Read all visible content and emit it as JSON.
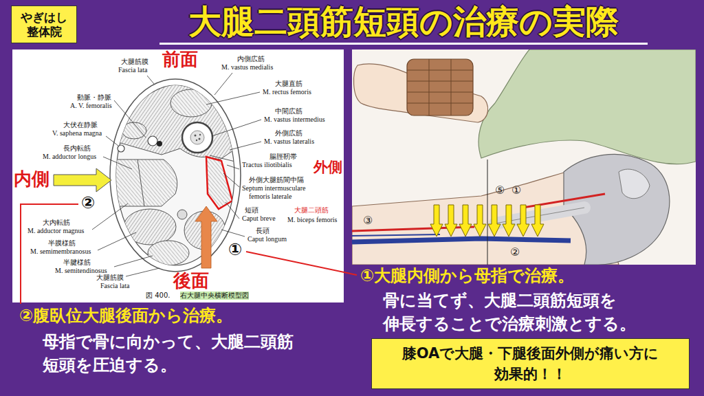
{
  "diagram": {
    "title": "大腿二頭筋短頭の治療の実際",
    "nodes": [
      {
        "text": [
          "やぎはし 整体院"
        ]
      },
      {
        "text": [
          "膝OAで大腿・下腿後面外側が痛い方に 効果的！！"
        ]
      }
    ],
    "labels": [
      "大腿筋膜",
      "Fascia lata",
      "前面",
      "内側広筋",
      "M. vastus medialis",
      "大腿直筋",
      "M. rectus femoris",
      "動脈・静脈",
      "A. V. femoralis",
      "中間広筋",
      "M. vastus intermedius",
      "大伏在静脈",
      "V. saphena magna",
      "外側広筋",
      "M. vastus lateralis",
      "長内転筋",
      "M. adductor longus",
      "腸脛靭帯",
      "Tractus iliotibialis",
      "外側",
      "内側",
      "外側大腿筋間中隔",
      "Septum intermusculare",
      "femoris laterale",
      "②",
      "短頭",
      "大腿二頭筋",
      "Caput breve",
      "M. biceps femoris",
      "大内転筋",
      "M. adductor magnus",
      "長頭",
      "Caput longum",
      "①",
      "半膜様筋",
      "M. semimembranosus",
      "半腱様筋",
      "M. semitendinosus",
      "大腿筋膜",
      "Fascia lata",
      "後面",
      "図 400.",
      "右大腿中央横断模型図",
      "③",
      "⑤",
      "①",
      "②",
      "①大腿内側から母指で治療。",
      "骨に当てず、大腿二頭筋短頭を 伸長することで治療刺激とする。",
      "②腹臥位大腿後面から治療。",
      "母指で骨に向かって、大腿二頭筋 短頭を圧迫する。"
    ]
  }
}
